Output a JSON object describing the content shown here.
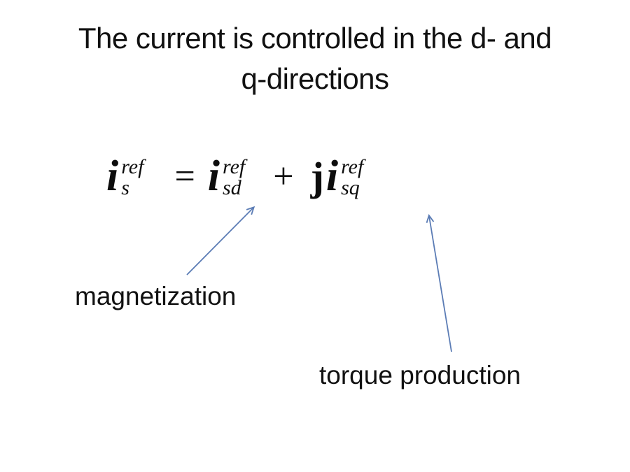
{
  "slide": {
    "title": {
      "line1": "The current is controlled in the d- and",
      "line2": "q-directions"
    },
    "formula": {
      "lhs": {
        "base": "i",
        "sup": "ref",
        "sub": "s"
      },
      "equals_sign": "=",
      "d_term": {
        "base": "i",
        "sup": "ref",
        "sub": "sd"
      },
      "plus_sign": "+",
      "imaginary_unit": "j",
      "q_term": {
        "base": "i",
        "sup": "ref",
        "sub": "sq"
      }
    },
    "annotations": {
      "magnetization_label": "magnetization",
      "torque_label": "torque production"
    },
    "colors": {
      "arrow": "#5b7cb5",
      "text": "#111111",
      "background": "#ffffff"
    }
  }
}
